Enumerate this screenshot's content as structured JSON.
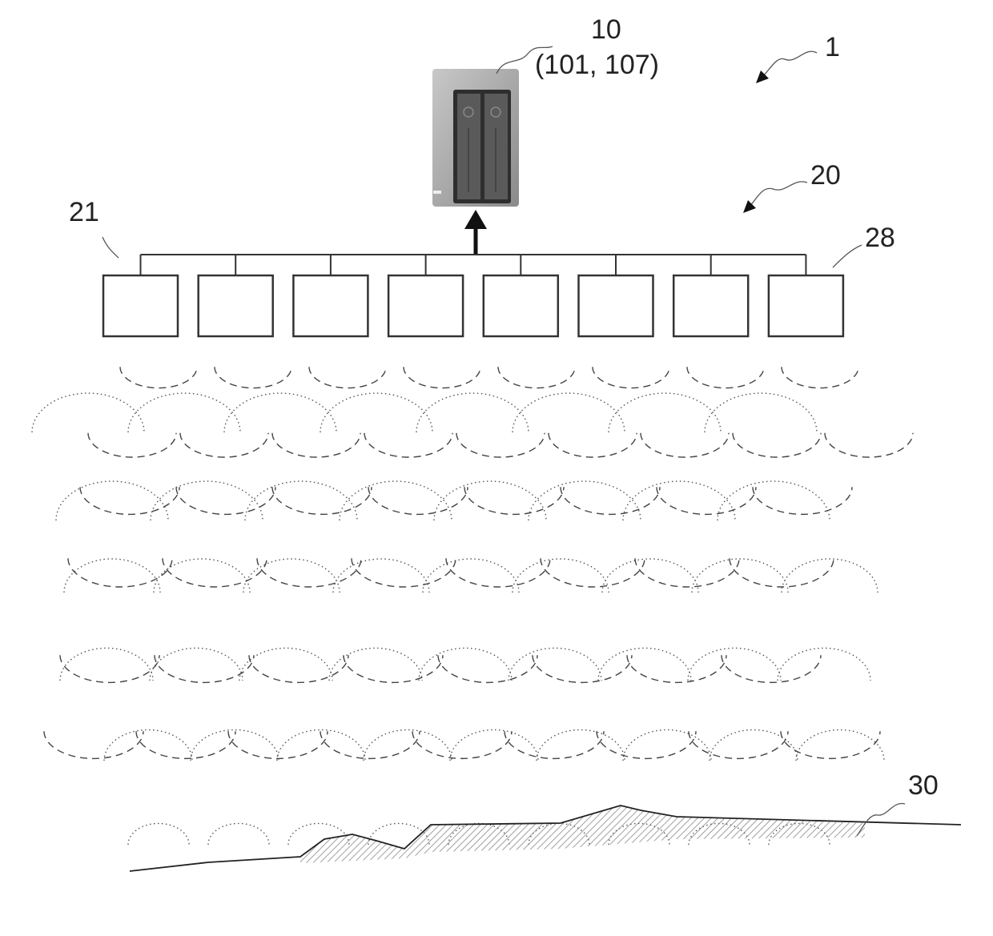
{
  "diagram": {
    "labels": {
      "system": "1",
      "device": "10",
      "device_parts": "(101, 107)",
      "sensor_array": "20",
      "first_sensor": "21",
      "last_sensor": "28",
      "terrain": "30"
    },
    "device_icon": "nas-server-icon",
    "sensor_count": 8,
    "colors": {
      "line": "#333333",
      "device_body": "#a0a0a0",
      "device_bay": "#3a3a3a",
      "terrain_hatch": "#888888"
    }
  }
}
